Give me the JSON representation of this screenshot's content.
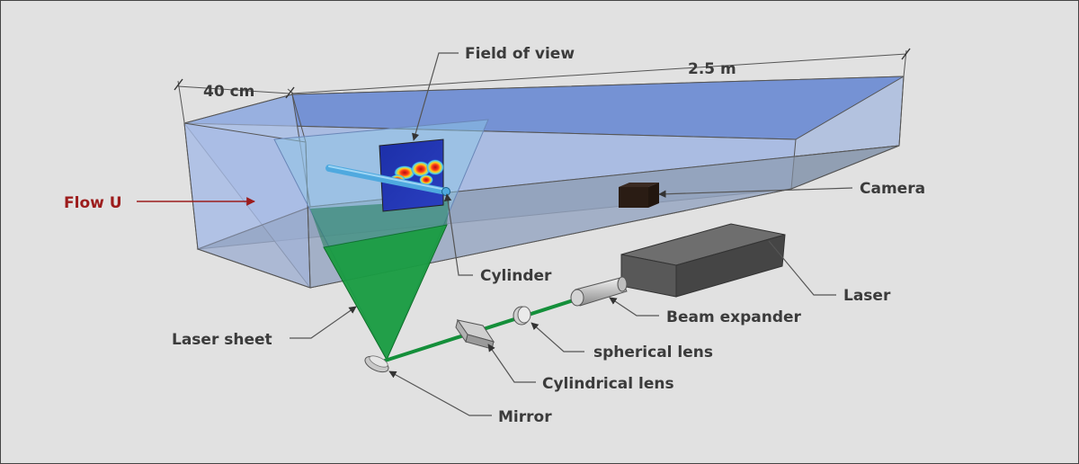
{
  "labels": {
    "field_of_view": "Field of view",
    "length": "2.5 m",
    "width": "40 cm",
    "flow": "Flow U",
    "camera": "Camera",
    "cylinder": "Cylinder",
    "laser": "Laser",
    "beam_expander": "Beam expander",
    "laser_sheet": "Laser sheet",
    "spherical_lens": "spherical lens",
    "cylindrical_lens": "Cylindrical lens",
    "mirror": "Mirror"
  },
  "colors": {
    "background": "#e1e1e1",
    "tank_blue": "#6f93d6",
    "laser_green": "#159a3c",
    "flow_red": "#9c1c1c",
    "label_gray": "#3b3b3b"
  }
}
